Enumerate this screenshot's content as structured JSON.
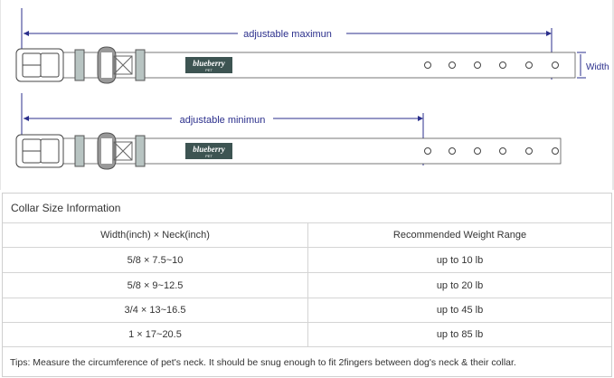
{
  "diagram": {
    "max_label": "adjustable maximun",
    "min_label": "adjustable minimun",
    "width_label": "Width",
    "brand": "blueberry",
    "brand_sub": "PET",
    "line_color": "#2b2f8c",
    "brand_color": "#3d5452",
    "keeper_color": "#b8c4c2"
  },
  "table": {
    "title": "Collar Size Information",
    "headers": [
      "Width(inch)  ×  Neck(inch)",
      "Recommended Weight Range"
    ],
    "rows": [
      [
        "5/8 × 7.5~10",
        "up to 10 lb"
      ],
      [
        "5/8 × 9~12.5",
        "up to 20 lb"
      ],
      [
        "3/4 × 13~16.5",
        "up to 45 lb"
      ],
      [
        "1 × 17~20.5",
        "up to 85 lb"
      ]
    ],
    "tips": "Tips: Measure the circumference of pet's neck. It should be snug enough to fit 2fingers between dog's neck & their collar."
  }
}
